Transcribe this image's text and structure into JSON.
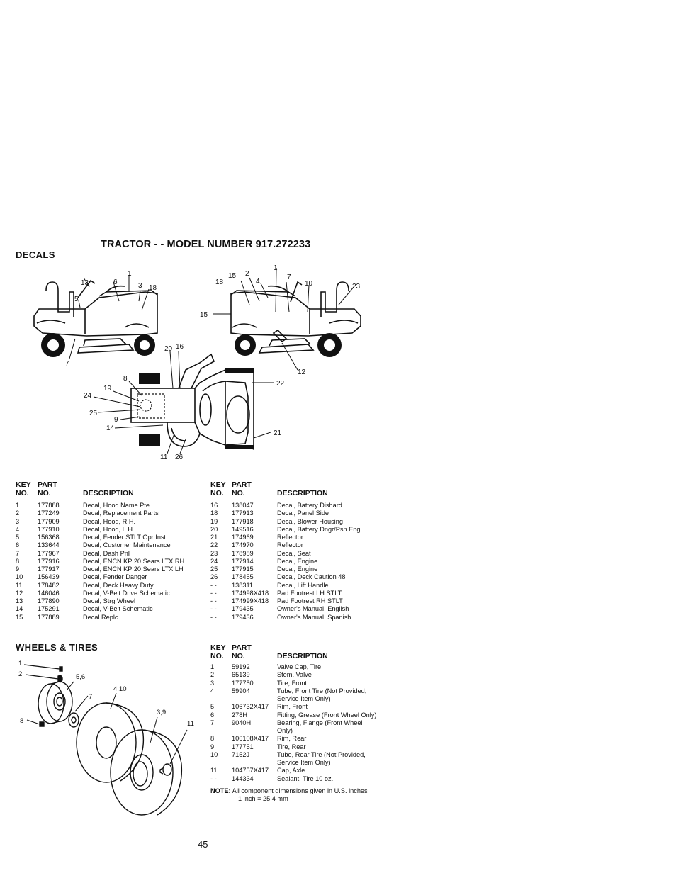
{
  "page": {
    "title": "TRACTOR - - MODEL NUMBER 917.272233",
    "page_number": "45"
  },
  "decals": {
    "section_title": "DECALS",
    "diagram_callouts": {
      "left_side": [
        "13",
        "6",
        "1",
        "3",
        "18",
        "5",
        "7"
      ],
      "right_side": [
        "15",
        "2",
        "1",
        "7",
        "18",
        "4",
        "10",
        "23",
        "15",
        "12"
      ],
      "top_view": [
        "20",
        "16",
        "8",
        "19",
        "24",
        "25",
        "9",
        "14",
        "11",
        "26",
        "22",
        "21"
      ]
    },
    "headers": {
      "key1": "KEY",
      "key2": "NO.",
      "part1": "PART",
      "part2": "NO.",
      "description": "DESCRIPTION"
    },
    "rows_left": [
      {
        "key": "1",
        "part": "177888",
        "desc": "Decal, Hood Name Pte."
      },
      {
        "key": "2",
        "part": "177249",
        "desc": "Decal, Replacement Parts"
      },
      {
        "key": "3",
        "part": "177909",
        "desc": "Decal, Hood, R.H."
      },
      {
        "key": "4",
        "part": "177910",
        "desc": "Decal, Hood, L.H."
      },
      {
        "key": "5",
        "part": "156368",
        "desc": "Decal, Fender STLT Opr Inst"
      },
      {
        "key": "6",
        "part": "133644",
        "desc": "Decal, Customer Maintenance"
      },
      {
        "key": "7",
        "part": "177967",
        "desc": "Decal, Dash Pnl"
      },
      {
        "key": "8",
        "part": "177916",
        "desc": "Decal, ENCN KP 20 Sears LTX RH"
      },
      {
        "key": "9",
        "part": "177917",
        "desc": "Decal, ENCN KP 20 Sears LTX LH"
      },
      {
        "key": "10",
        "part": "156439",
        "desc": "Decal, Fender Danger"
      },
      {
        "key": "11",
        "part": "178482",
        "desc": "Decal, Deck Heavy Duty"
      },
      {
        "key": "12",
        "part": "146046",
        "desc": "Decal, V-Belt Drive Schematic"
      },
      {
        "key": "13",
        "part": "177890",
        "desc": "Decal, Strg Wheel"
      },
      {
        "key": "14",
        "part": "175291",
        "desc": "Decal, V-Belt Schematic"
      },
      {
        "key": "15",
        "part": "177889",
        "desc": "Decal Replc"
      }
    ],
    "rows_right": [
      {
        "key": "16",
        "part": "138047",
        "desc": "Decal, Battery Dishard"
      },
      {
        "key": "18",
        "part": "177913",
        "desc": "Decal, Panel Side"
      },
      {
        "key": "19",
        "part": "177918",
        "desc": "Decal, Blower Housing"
      },
      {
        "key": "20",
        "part": "149516",
        "desc": "Decal, Battery Dngr/Psn Eng"
      },
      {
        "key": "21",
        "part": "174969",
        "desc": "Reflector"
      },
      {
        "key": "22",
        "part": "174970",
        "desc": "Reflector"
      },
      {
        "key": "23",
        "part": "178989",
        "desc": "Decal, Seat"
      },
      {
        "key": "24",
        "part": "177914",
        "desc": "Decal, Engine"
      },
      {
        "key": "25",
        "part": "177915",
        "desc": "Decal, Engine"
      },
      {
        "key": "26",
        "part": "178455",
        "desc": "Decal, Deck Caution 48"
      },
      {
        "key": "- -",
        "part": "138311",
        "desc": "Decal, Lift Handle"
      },
      {
        "key": "- -",
        "part": "174998X418",
        "desc": "Pad Footrest LH STLT"
      },
      {
        "key": "- -",
        "part": "174999X418",
        "desc": "Pad Footrest RH STLT"
      },
      {
        "key": "- -",
        "part": "179435",
        "desc": "Owner's Manual, English"
      },
      {
        "key": "- -",
        "part": "179436",
        "desc": "Owner's Manual, Spanish"
      }
    ]
  },
  "wheels": {
    "section_title": "WHEELS & TIRES",
    "diagram_callouts": [
      "1",
      "2",
      "5,6",
      "4,10",
      "7",
      "3,9",
      "11",
      "8"
    ],
    "rows": [
      {
        "key": "1",
        "part": "59192",
        "desc": "Valve Cap, Tire"
      },
      {
        "key": "2",
        "part": "65139",
        "desc": "Stem, Valve"
      },
      {
        "key": "3",
        "part": "177750",
        "desc": "Tire, Front"
      },
      {
        "key": "4",
        "part": "59904",
        "desc": "Tube, Front Tire (Not Provided,"
      },
      {
        "key": "",
        "part": "",
        "desc": "Service Item Only)"
      },
      {
        "key": "5",
        "part": "106732X417",
        "desc": "Rim, Front"
      },
      {
        "key": "6",
        "part": "278H",
        "desc": "Fitting, Grease (Front Wheel Only)"
      },
      {
        "key": "7",
        "part": "9040H",
        "desc": "Bearing, Flange (Front Wheel"
      },
      {
        "key": "",
        "part": "",
        "desc": "Only)"
      },
      {
        "key": "8",
        "part": "106108X417",
        "desc": "Rim, Rear"
      },
      {
        "key": "9",
        "part": "177751",
        "desc": "Tire, Rear"
      },
      {
        "key": "10",
        "part": "7152J",
        "desc": "Tube, Rear Tire (Not Provided,"
      },
      {
        "key": "",
        "part": "",
        "desc": "Service Item Only)"
      },
      {
        "key": "11",
        "part": "104757X417",
        "desc": "Cap, Axle"
      },
      {
        "key": "- -",
        "part": "144334",
        "desc": "Sealant, Tire 10 oz."
      }
    ],
    "note_label": "NOTE:",
    "note_text": "All component dimensions given in U.S. inches",
    "note_conversion": "1 inch = 25.4 mm"
  }
}
